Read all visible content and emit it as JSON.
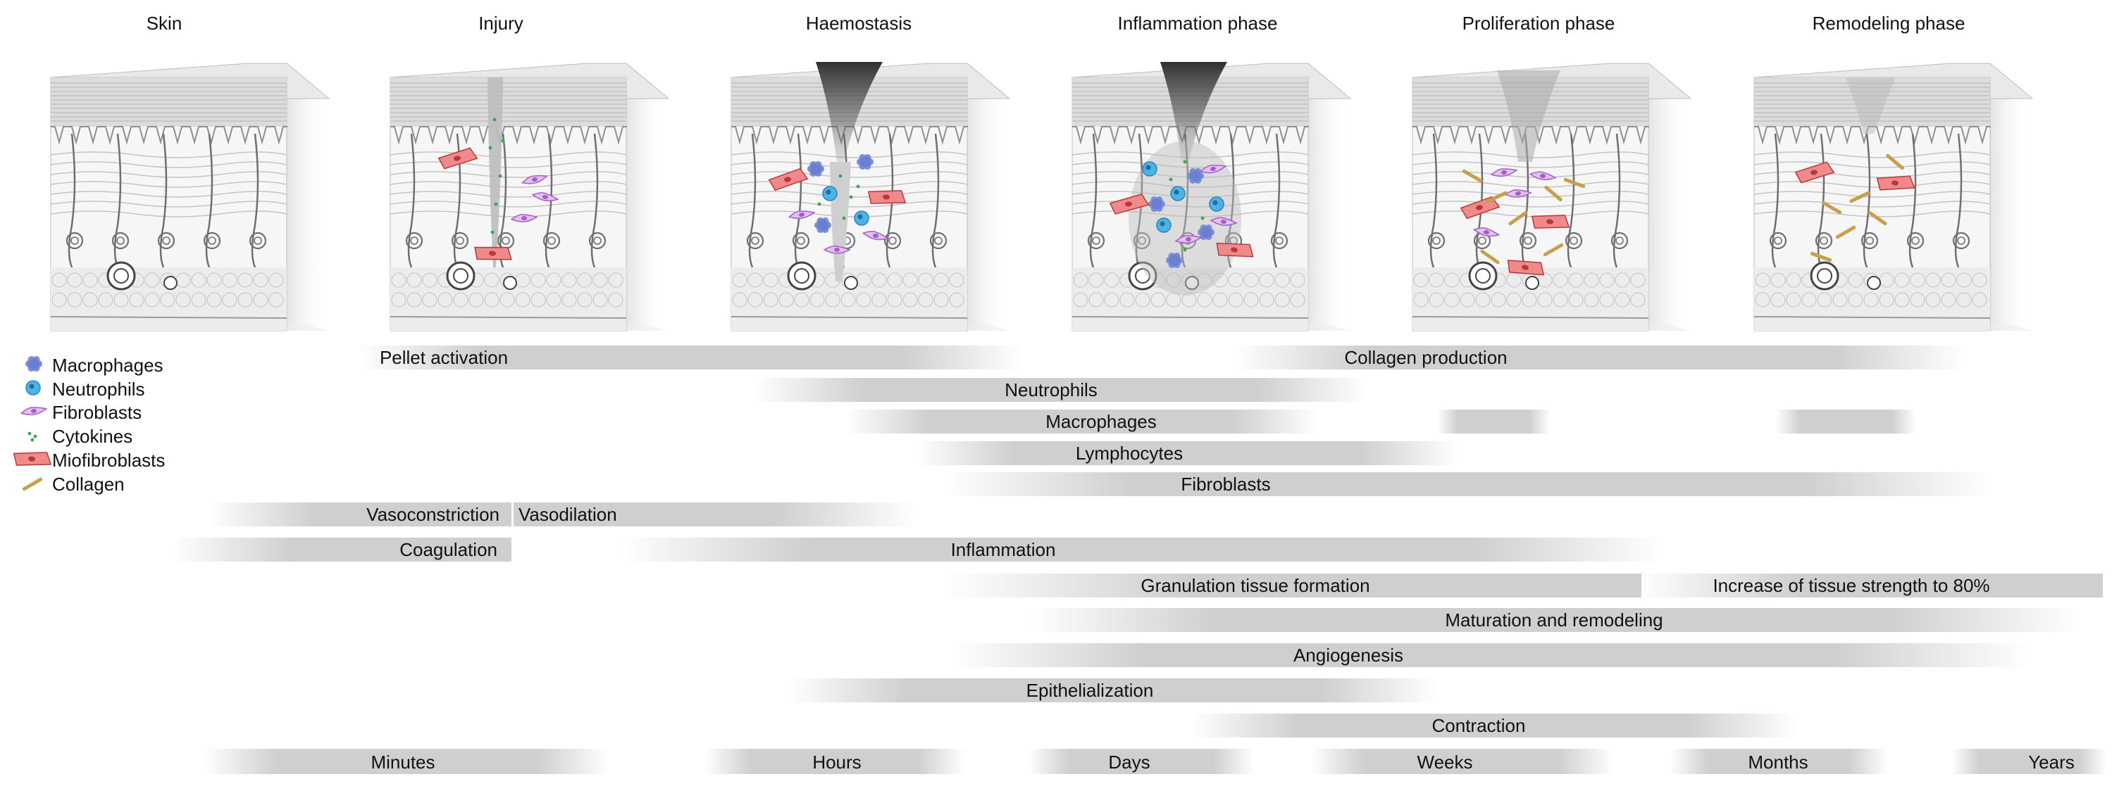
{
  "stages": [
    {
      "title": "Skin",
      "state": "normal"
    },
    {
      "title": "Injury",
      "state": "injury"
    },
    {
      "title": "Haemostasis",
      "state": "haemostasis"
    },
    {
      "title": "Inflammation phase",
      "state": "inflammation"
    },
    {
      "title": "Proliferation phase",
      "state": "proliferation"
    },
    {
      "title": "Remodeling phase",
      "state": "remodeling"
    }
  ],
  "legend": [
    {
      "label": "Macrophages",
      "icon": "macrophage-icon",
      "color": "#7b8fd8"
    },
    {
      "label": "Neutrophils",
      "icon": "neutrophil-icon",
      "color": "#3fa8e0"
    },
    {
      "label": "Fibroblasts",
      "icon": "fibroblast-icon",
      "color": "#c58fe0"
    },
    {
      "label": "Cytokines",
      "icon": "cytokine-icon",
      "color": "#3aa84a"
    },
    {
      "label": "Miofibroblasts",
      "icon": "miofibroblast-icon",
      "color": "#ef6b6b"
    },
    {
      "label": "Collagen",
      "icon": "collagen-icon",
      "color": "#c9a04a"
    }
  ],
  "bars": [
    {
      "label": "Pellet activation"
    },
    {
      "label": "Collagen production"
    },
    {
      "label": "Neutrophils"
    },
    {
      "label": "Macrophages"
    },
    {
      "label": "Lymphocytes"
    },
    {
      "label": "Fibroblasts"
    },
    {
      "label": "Vasoconstriction"
    },
    {
      "label": "Vasodilation"
    },
    {
      "label": "Coagulation"
    },
    {
      "label": "Inflammation"
    },
    {
      "label": "Granulation tissue formation"
    },
    {
      "label": "Increase of tissue strength to 80%"
    },
    {
      "label": "Maturation and remodeling"
    },
    {
      "label": "Angiogenesis"
    },
    {
      "label": "Epithelialization"
    },
    {
      "label": "Contraction"
    }
  ],
  "timescale": [
    {
      "label": "Minutes"
    },
    {
      "label": "Hours"
    },
    {
      "label": "Days"
    },
    {
      "label": "Weeks"
    },
    {
      "label": "Months"
    },
    {
      "label": "Years"
    }
  ],
  "colors": {
    "bar": "#cfcfcf",
    "skin_line": "#7a7a7a",
    "wound": "#3c3c3c"
  }
}
